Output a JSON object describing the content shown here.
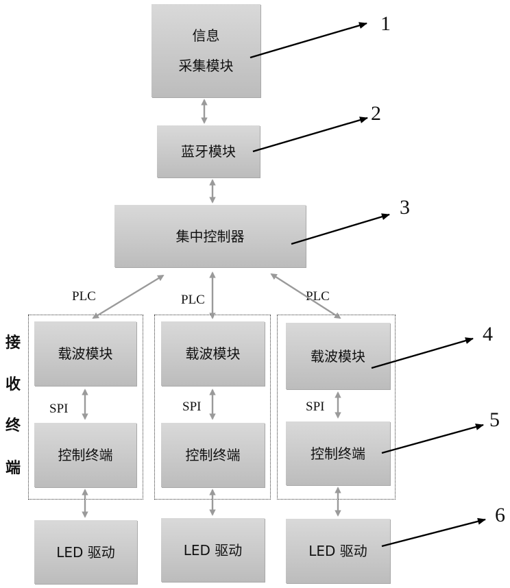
{
  "info_module": {
    "line1": "信息",
    "line2": "采集模块"
  },
  "bluetooth_module": {
    "label": "蓝牙模块"
  },
  "central_controller": {
    "label": "集中控制器"
  },
  "links": {
    "plc": "PLC",
    "spi": "SPI"
  },
  "receiving_terminal": {
    "chars": [
      "接",
      "收",
      "终",
      "端"
    ]
  },
  "terminals": [
    {
      "carrier": "载波模块",
      "control": "控制终端",
      "led": "LED 驱动"
    },
    {
      "carrier": "载波模块",
      "control": "控制终端",
      "led": "LED 驱动"
    },
    {
      "carrier": "载波模块",
      "control": "控制终端",
      "led": "LED 驱动"
    }
  ],
  "callouts": [
    "1",
    "2",
    "3",
    "4",
    "5",
    "6"
  ],
  "colors": {
    "box": "#c8c8c8",
    "connector": "#9a9a9a",
    "callout_arrow": "#000000"
  }
}
